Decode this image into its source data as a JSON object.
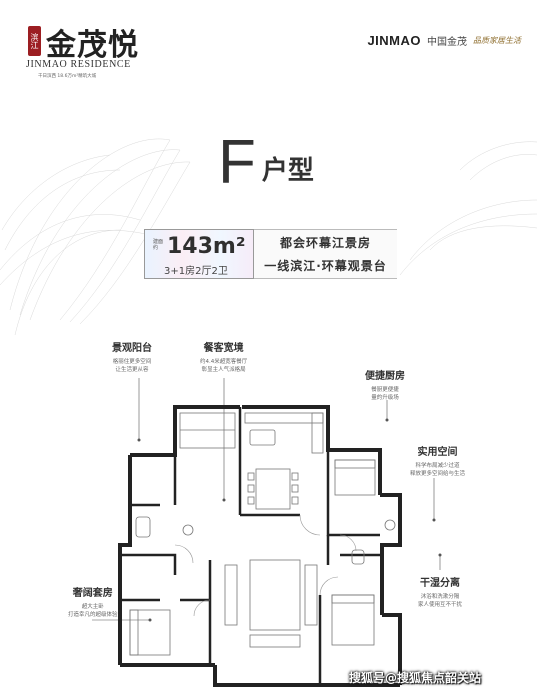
{
  "logo_left": {
    "seal": "滨江",
    "name_cn": "金茂悦",
    "name_en": "JINMAO RESIDENCE",
    "tagline": "千日滨西 18.6万m²精筑大城"
  },
  "logo_right": {
    "brand_en": "JINMAO",
    "brand_cn": "中国金茂",
    "slogan": "品质家居生活"
  },
  "unit_type": {
    "letter": "F",
    "word": "户型"
  },
  "area_band": {
    "label": "建面约",
    "area": "143m²",
    "layout": "3+1房2厅2卫",
    "feature_1": "都会环幕江景房",
    "feature_2": "一线滨江·环幕观景台"
  },
  "callouts": {
    "balcony": {
      "title": "景观阳台",
      "desc_1": "格丽住更多空间",
      "desc_2": "让生活更从容"
    },
    "dining": {
      "title": "餐客宽境",
      "desc_1": "约4.4米超宽客餐厅",
      "desc_2": "彰显主人气派格局"
    },
    "kitchen": {
      "title": "便捷厨房",
      "desc_1": "餐厨更便捷",
      "desc_2": "量的升级场"
    },
    "utility": {
      "title": "实用空间",
      "desc_1": "科学布局减少过道",
      "desc_2": "释放更多空间给与生活"
    },
    "wetdry": {
      "title": "干湿分离",
      "desc_1": "沐浴和洗漱分隔",
      "desc_2": "家人使用互不干扰"
    },
    "suite": {
      "title": "奢阔套房",
      "desc_1": "超大主卧",
      "desc_2": "打造幸凡的超级体验"
    }
  },
  "watermark": "搜狐号@搜狐焦点韶关站"
}
